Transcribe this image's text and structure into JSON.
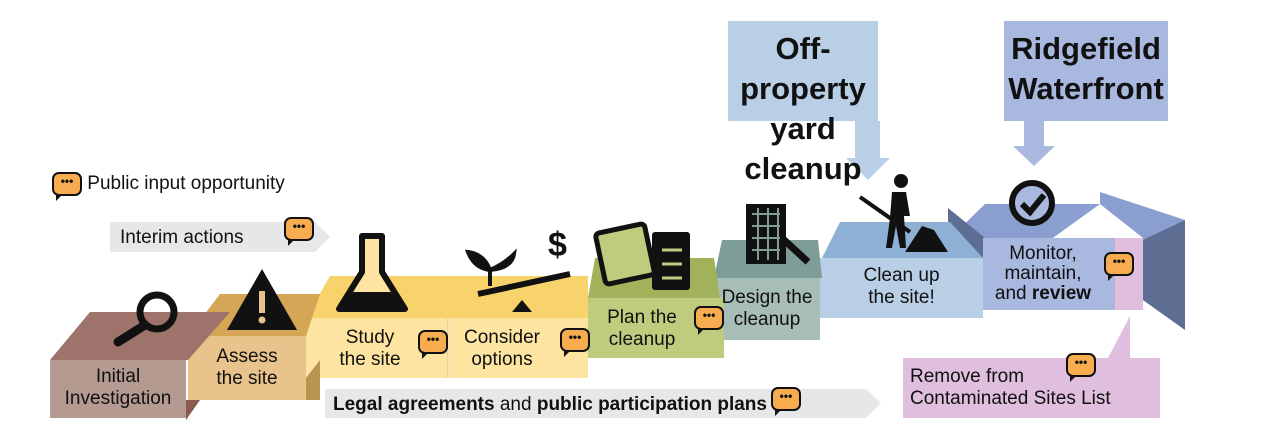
{
  "legend": {
    "label": "Public input opportunity",
    "icon": "speech-bubble-icon"
  },
  "bubble_glyph": "•••",
  "interim": "Interim actions",
  "legal": {
    "bold1": "Legal agreements",
    "mid": " and ",
    "bold2": "public participation plans"
  },
  "steps": [
    {
      "line1": "Initial",
      "line2": "Investigation",
      "color": "#b59a92"
    },
    {
      "line1": "Assess",
      "line2": "the site",
      "color": "#e8c48c"
    },
    {
      "line1": "Study",
      "line2": "the site",
      "color": "#fde4a0"
    },
    {
      "line1": "Consider",
      "line2": "options",
      "color": "#fde4a0"
    },
    {
      "line1": "Plan the",
      "line2": "cleanup",
      "color": "#bfcc7d"
    },
    {
      "line1": "Design the",
      "line2": "cleanup",
      "color": "#a7bdb8"
    },
    {
      "line1": "Clean up",
      "line2": "the site!",
      "color": "#b8cfe6"
    },
    {
      "line1": "Monitor,",
      "line2": "maintain,",
      "line3a": "and ",
      "line3b": "review",
      "color": "#a9b8de"
    }
  ],
  "callouts": {
    "offproperty": {
      "line1": "Off-property",
      "line2": "yard cleanup"
    },
    "ridgefield": {
      "line1": "Ridgefield",
      "line2": "Waterfront"
    }
  },
  "remove": {
    "line1": "Remove from",
    "line2": "Contaminated Sites List"
  }
}
